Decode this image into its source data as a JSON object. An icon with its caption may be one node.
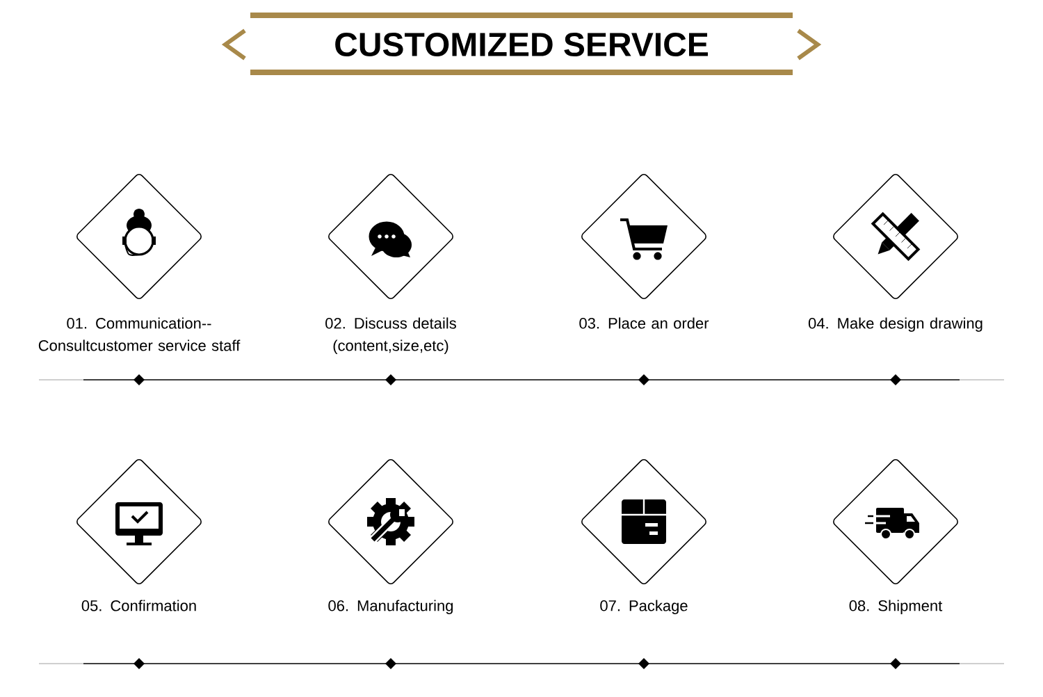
{
  "diagram": {
    "title": "CUSTOMIZED SERVICE",
    "nodes": [
      {
        "text": [
          "01. Communication-- Consultcustomer service staff"
        ]
      },
      {
        "text": [
          "02. Discuss details (content,size,etc)"
        ]
      },
      {
        "text": [
          "03. Place an order"
        ]
      },
      {
        "text": [
          "04. Make design drawing"
        ]
      },
      {
        "text": [
          "05. Confirmation"
        ]
      },
      {
        "text": [
          "06. Manufacturing"
        ]
      },
      {
        "text": [
          "07. Package"
        ]
      },
      {
        "text": [
          "08. Shipment"
        ]
      }
    ]
  }
}
